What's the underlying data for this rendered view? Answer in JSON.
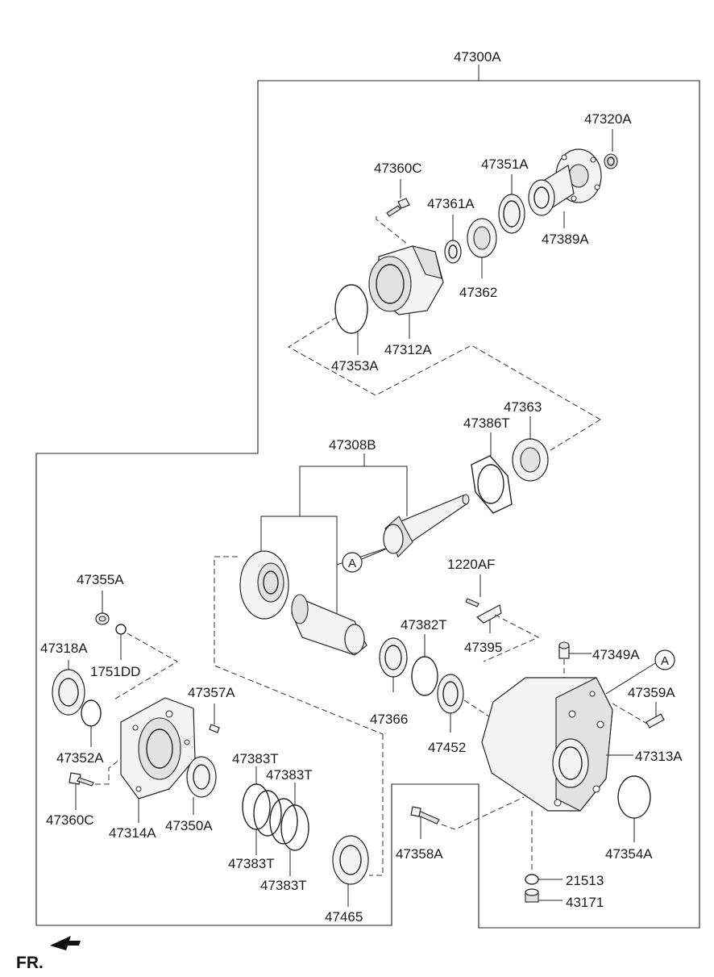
{
  "diagram": {
    "part_labels": {
      "p47300A": "47300A",
      "p47320A": "47320A",
      "p47360C_top": "47360C",
      "p47351A": "47351A",
      "p47361A": "47361A",
      "p47389A": "47389A",
      "p47362": "47362",
      "p47312A": "47312A",
      "p47353A": "47353A",
      "p47363": "47363",
      "p47386T": "47386T",
      "p47308B": "47308B",
      "p1220AF": "1220AF",
      "p47355A": "47355A",
      "p47382T": "47382T",
      "p47395": "47395",
      "p47349A": "47349A",
      "p47318A": "47318A",
      "p1751DD": "1751DD",
      "p47357A": "47357A",
      "p47359A": "47359A",
      "p47366": "47366",
      "p47452": "47452",
      "p47313A": "47313A",
      "p47352A": "47352A",
      "p47383T_a": "47383T",
      "p47383T_b": "47383T",
      "p47383T_c": "47383T",
      "p47383T_d": "47383T",
      "p47360C_bot": "47360C",
      "p47314A": "47314A",
      "p47350A": "47350A",
      "p47358A": "47358A",
      "p47354A": "47354A",
      "p21513": "21513",
      "p43171": "43171",
      "p47465": "47465"
    },
    "callout_a": "A",
    "front_indicator": "FR."
  }
}
